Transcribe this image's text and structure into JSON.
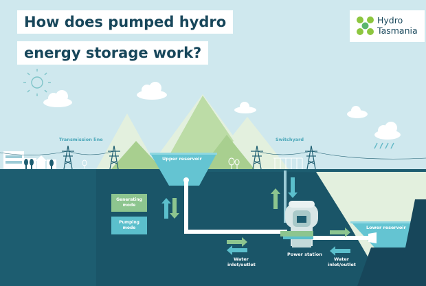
{
  "title": {
    "line1": "How does pumped hydro",
    "line2": "energy storage work?"
  },
  "logo": {
    "brand_line1": "Hydro",
    "brand_line2": "Tasmania",
    "icon": "hydro-tasmania-logo-icon"
  },
  "labels": {
    "transmission_line": "Transmission line",
    "switchyard": "Switchyard",
    "upper_reservoir": "Upper reservoir",
    "lower_reservoir": "Lower reservoir",
    "power_station": "Power station",
    "water_inlet_left_line1": "Water",
    "water_inlet_left_line2": "inlet/outlet",
    "water_inlet_right_line1": "Water",
    "water_inlet_right_line2": "inlet/outlet"
  },
  "legend": {
    "generating_line1": "Generating",
    "generating_line2": "mode",
    "pumping_line1": "Pumping",
    "pumping_line2": "mode"
  },
  "colors": {
    "sky": "#cfe8ee",
    "ground": "#1d5d70",
    "ground_dark": "#17465a",
    "water": "#64c4d2",
    "generating": "#8dc58f",
    "pumping": "#5bbfcc",
    "hill_green": "#a8cf8f",
    "mountain_pale": "#e3f0de"
  }
}
